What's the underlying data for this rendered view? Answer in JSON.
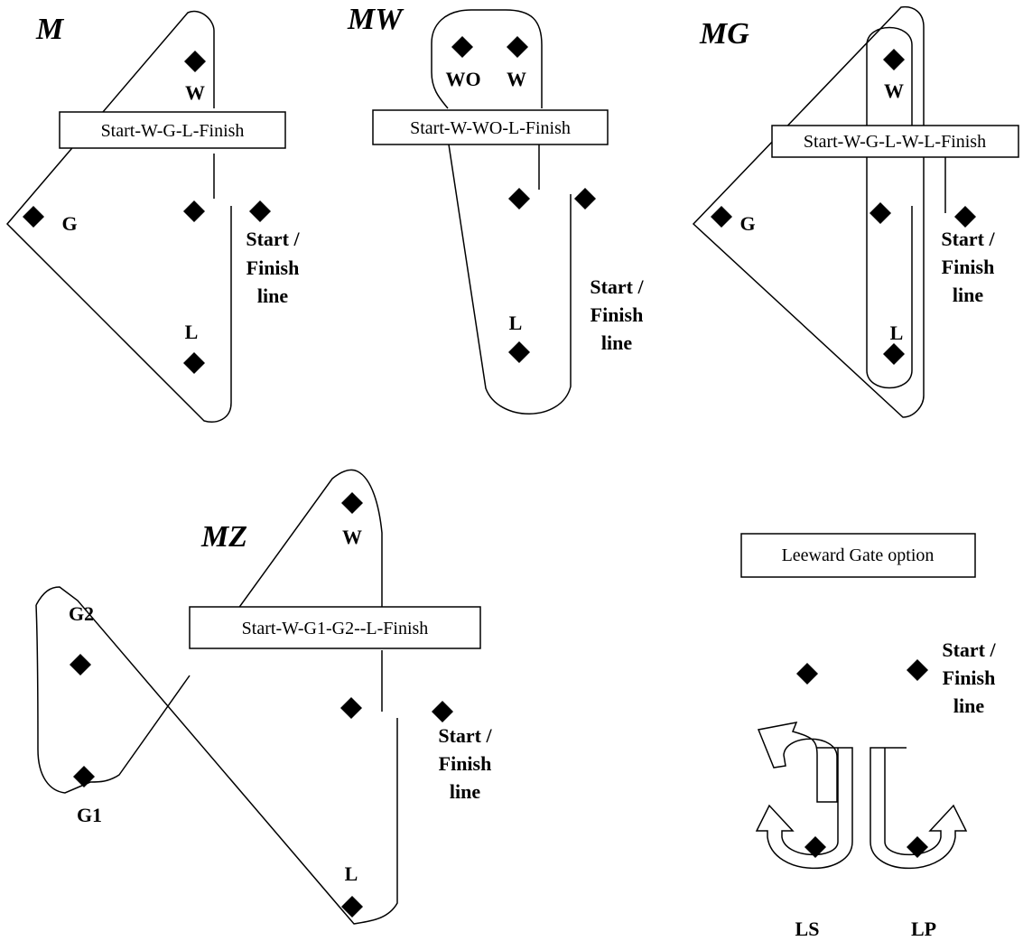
{
  "diagrams": {
    "m": {
      "title": "M",
      "route": "Start-W-G-L-Finish",
      "labels": {
        "w": "W",
        "g": "G",
        "l": "L",
        "start_finish": [
          "Start /",
          "Finish",
          "line"
        ]
      }
    },
    "mw": {
      "title": "MW",
      "route": "Start-W-WO-L-Finish",
      "labels": {
        "wo": "WO",
        "w": "W",
        "l": "L",
        "start_finish": [
          "Start /",
          "Finish",
          "line"
        ]
      }
    },
    "mg": {
      "title": "MG",
      "route": "Start-W-G-L-W-L-Finish",
      "labels": {
        "w": "W",
        "g": "G",
        "l": "L",
        "start_finish": [
          "Start /",
          "Finish",
          "line"
        ]
      }
    },
    "mz": {
      "title": "MZ",
      "route": "Start-W-G1-G2--L-Finish",
      "labels": {
        "w": "W",
        "g1": "G1",
        "g2": "G2",
        "l": "L",
        "start_finish": [
          "Start /",
          "Finish",
          "line"
        ]
      }
    },
    "gate": {
      "title": "Leeward Gate option",
      "labels": {
        "start_finish": [
          "Start /",
          "Finish",
          "line"
        ],
        "ls": "LS",
        "lp": "LP"
      }
    }
  },
  "colors": {
    "ink": "#000000",
    "background": "#ffffff"
  },
  "icons": {
    "mark": "diamond-mark-icon",
    "rounding": "rounding-arrow-icon"
  }
}
